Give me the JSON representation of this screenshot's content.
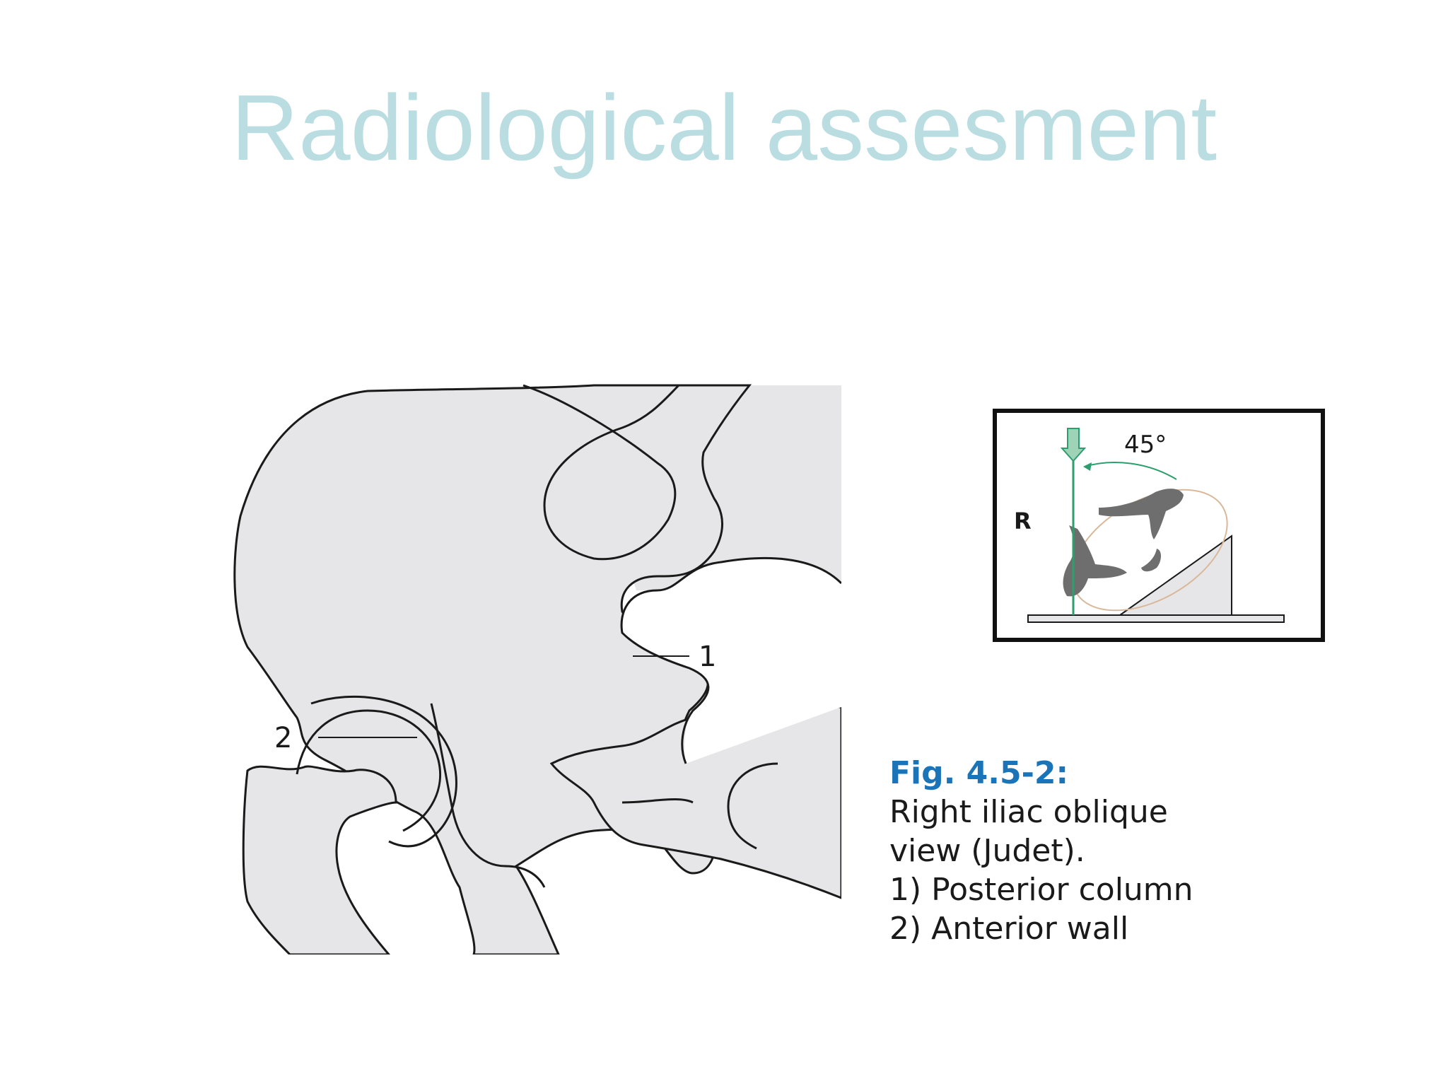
{
  "slide": {
    "title": "Radiological assesment"
  },
  "figure": {
    "label_1": "1",
    "label_2": "2",
    "inset_angle": "45°",
    "inset_side": "R",
    "caption": {
      "fig_label": "Fig. 4.5-2:",
      "line1": "Right iliac oblique",
      "line2": "view (Judet).",
      "line3": "1) Posterior column",
      "line4": "2) Anterior wall"
    }
  },
  "colors": {
    "title": "#b9dde1",
    "bone_fill": "#e6e6e8",
    "outline": "#1a1a1a",
    "fig_label": "#1b74b8",
    "beam": "#2e9e6e"
  }
}
